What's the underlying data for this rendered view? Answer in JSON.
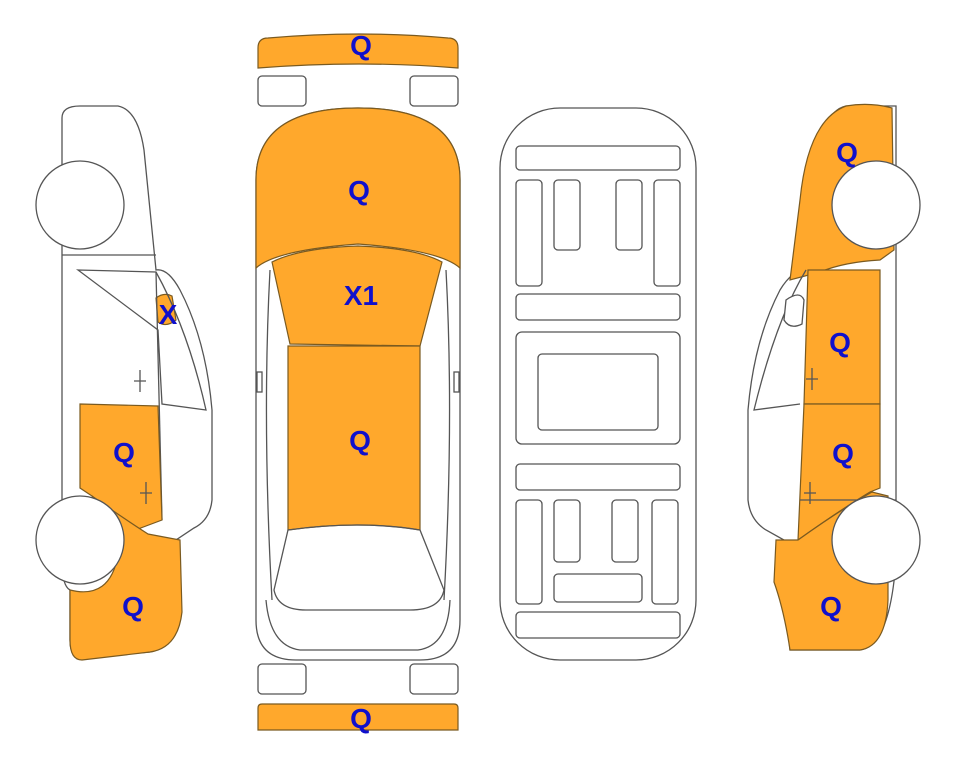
{
  "colors": {
    "damage_fill": "#FFA82C",
    "outline": "#555555",
    "label": "#1010CC",
    "background": "#FFFFFF"
  },
  "panels": {
    "front_bumper": "Q",
    "hood": "Q",
    "windshield": "X1",
    "roof": "Q",
    "rear_bumper": "Q",
    "left_front_fender": "X",
    "left_rear_door": "Q",
    "left_rear_quarter": "Q",
    "right_front_fender": "Q",
    "right_front_door": "Q",
    "right_rear_door": "Q",
    "right_rear_quarter": "Q"
  }
}
